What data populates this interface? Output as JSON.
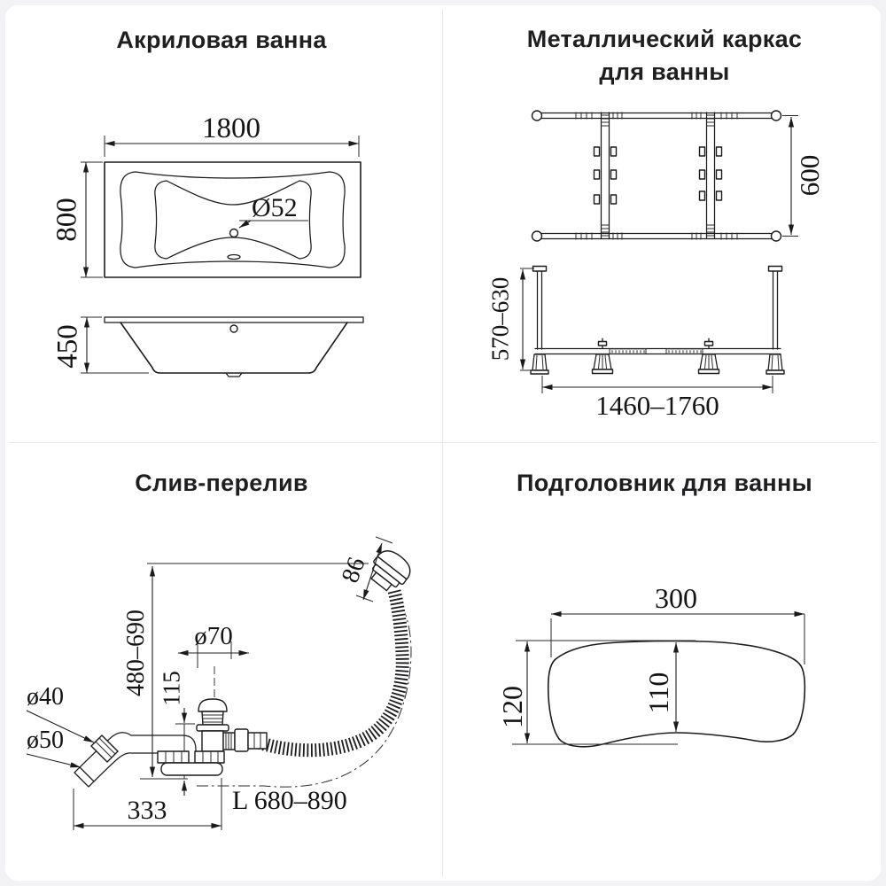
{
  "page": {
    "background": "#f3f3f5",
    "card": "#ffffff",
    "ink": "#1b1b1d",
    "divider": "#e8e8ea"
  },
  "panels": {
    "bathtub": {
      "title": "Акриловая ванна",
      "dims": {
        "length": "1800",
        "width": "800",
        "drain_diameter": "Ø52",
        "depth": "450"
      }
    },
    "frame": {
      "title_line1": "Металлический каркас",
      "title_line2": "для ванны",
      "dims": {
        "width": "600",
        "height_range": "570–630",
        "length_range": "1460–1760"
      }
    },
    "drain": {
      "title": "Слив-перелив",
      "dims": {
        "overflow_diameter": "86",
        "height_range": "480–690",
        "drain_diameter": "ø70",
        "drain_offset": "115",
        "overflow_pipe": "ø40",
        "outlet_pipe": "ø50",
        "base_length": "333",
        "hose_length": "L 680–890"
      }
    },
    "headrest": {
      "title": "Подголовник для ванны",
      "dims": {
        "width": "300",
        "height": "120",
        "inner_height": "110"
      }
    }
  }
}
